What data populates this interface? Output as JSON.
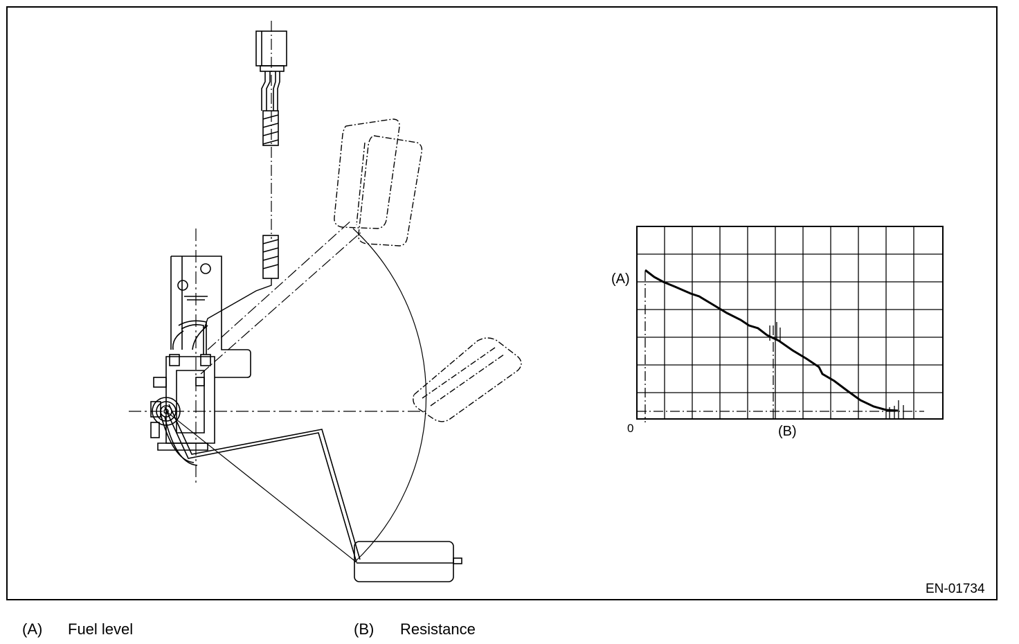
{
  "figure": {
    "code": "EN-01734"
  },
  "graph": {
    "y_label": "(A)",
    "x_label": "(B)",
    "origin_label": "0"
  },
  "legend": [
    {
      "code": "(A)",
      "text": "Fuel level"
    },
    {
      "code": "(B)",
      "text": "Resistance"
    }
  ]
}
